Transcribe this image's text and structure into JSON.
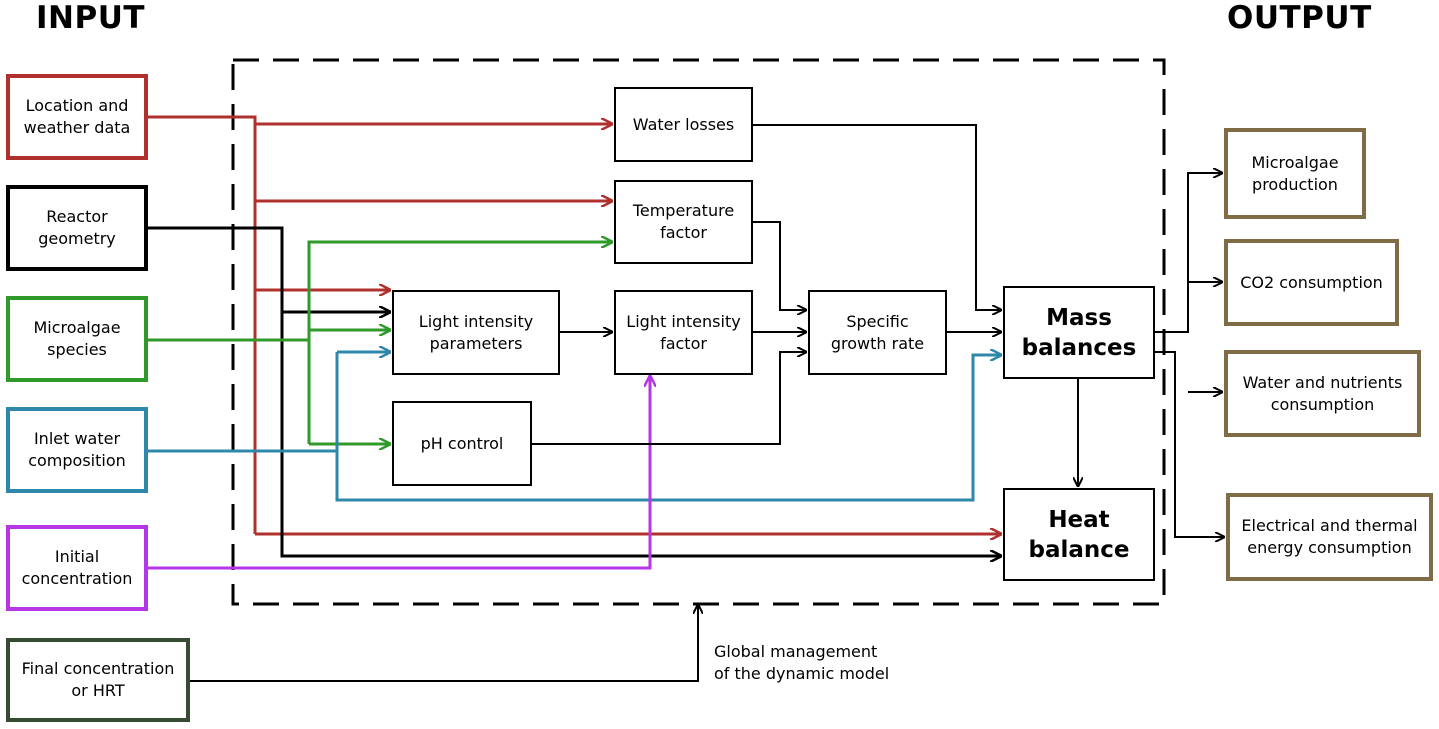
{
  "header": {
    "input": "INPUT",
    "output": "OUTPUT"
  },
  "inputs": {
    "location_weather": "Location and weather data",
    "reactor_geometry": "Reactor geometry",
    "microalgae_species": "Microalgae species",
    "inlet_water": "Inlet water composition",
    "initial_concentration": "Initial concentration",
    "final_concentration": "Final concentration or HRT"
  },
  "process": {
    "water_losses": "Water losses",
    "temperature_factor": "Temperature factor",
    "light_params": "Light intensity parameters",
    "light_factor": "Light intensity factor",
    "ph_control": "pH control",
    "growth_rate": "Specific growth rate",
    "mass_balances": "Mass balances",
    "heat_balance": "Heat balance"
  },
  "outputs": {
    "microalgae_production": "Microalgae production",
    "co2_consumption": "CO2 consumption",
    "water_nutrients": "Water and nutrients consumption",
    "energy": "Electrical and thermal energy consumption"
  },
  "note": {
    "line1": "Global management",
    "line2": "of the dynamic model"
  },
  "colors": {
    "location": "#b0302e",
    "reactor": "#000000",
    "species": "#2f9a2a",
    "inlet": "#2d88aa",
    "initial": "#b436e6",
    "final": "#374a34",
    "output": "#7f6c46"
  }
}
